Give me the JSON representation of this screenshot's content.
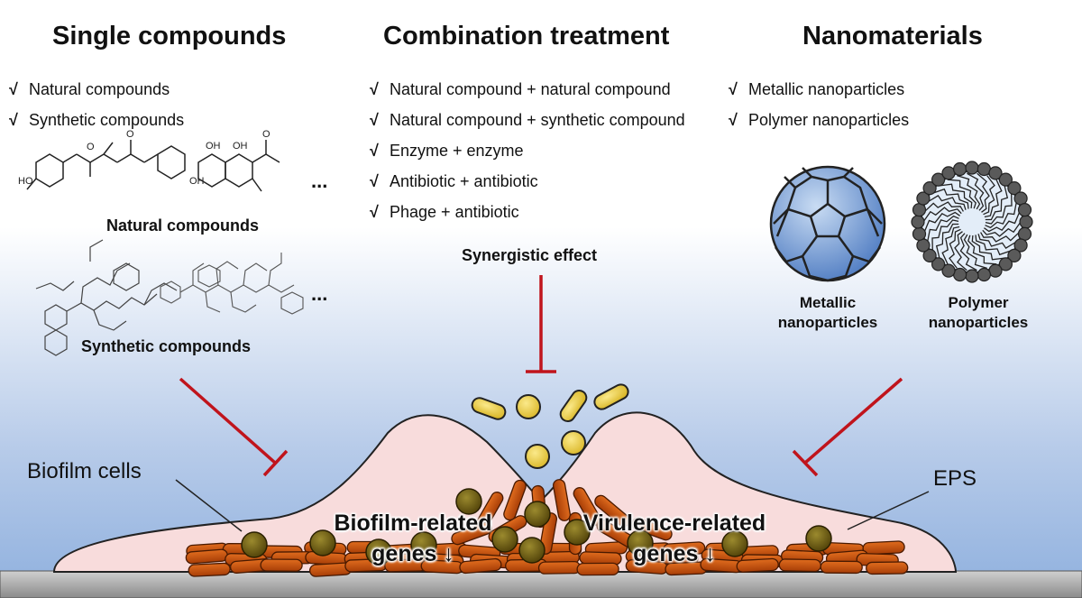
{
  "columns": {
    "single": {
      "title": "Single compounds",
      "items": [
        "Natural compounds",
        "Synthetic compounds"
      ],
      "natural_caption": "Natural compounds",
      "synthetic_caption": "Synthetic compounds",
      "ellipsis": "..."
    },
    "combination": {
      "title": "Combination treatment",
      "items": [
        "Natural compound + natural compound",
        "Natural compound + synthetic compound",
        "Enzyme + enzyme",
        "Antibiotic + antibiotic",
        "Phage + antibiotic"
      ],
      "effect": "Synergistic effect"
    },
    "nano": {
      "title": "Nanomaterials",
      "items": [
        "Metallic nanoparticles",
        "Polymer nanoparticles"
      ],
      "metallic_caption": "Metallic nanoparticles",
      "polymer_caption": "Polymer nanoparticles"
    }
  },
  "check_mark": "√",
  "biofilm": {
    "cells_label": "Biofilm cells",
    "eps_label": "EPS",
    "biofilm_genes": "Biofilm-related genes ↓",
    "virulence_genes": "Virulence-related genes ↓"
  },
  "colors": {
    "inhibit_arrow": "#c0141c",
    "eps": "#f8dcdc",
    "bacteria": "#c4500f",
    "cocci": "#6b5a12",
    "agent": "#e2c53a",
    "sky_bottom": "#8fb0de"
  }
}
